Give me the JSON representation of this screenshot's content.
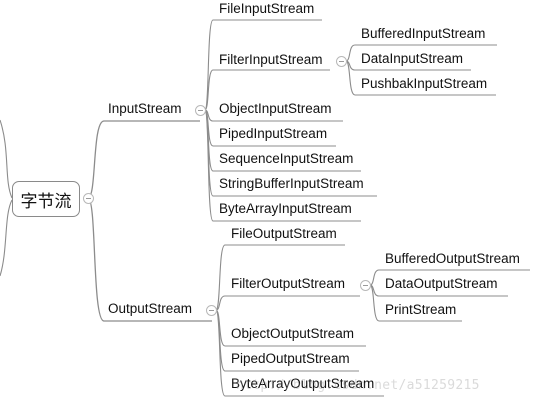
{
  "root": {
    "label": "字节流"
  },
  "input_stream": {
    "label": "InputStream",
    "children": [
      "FileInputStream",
      "FilterInputStream",
      "ObjectInputStream",
      "PipedInputStream",
      "SequenceInputStream",
      "StringBufferInputStream",
      "ByteArrayInputStream"
    ],
    "filter_children": [
      "BufferedInputStream",
      "DataInputStream",
      "PushbakInputStream"
    ]
  },
  "output_stream": {
    "label": "OutputStream",
    "children": [
      "FileOutputStream",
      "FilterOutputStream",
      "ObjectOutputStream",
      "PipedOutputStream",
      "ByteArrayOutputStream"
    ],
    "filter_children": [
      "BufferedOutputStream",
      "DataOutputStream",
      "PrintStream"
    ]
  },
  "watermark": "http://blog.csdn.net/a51259215"
}
